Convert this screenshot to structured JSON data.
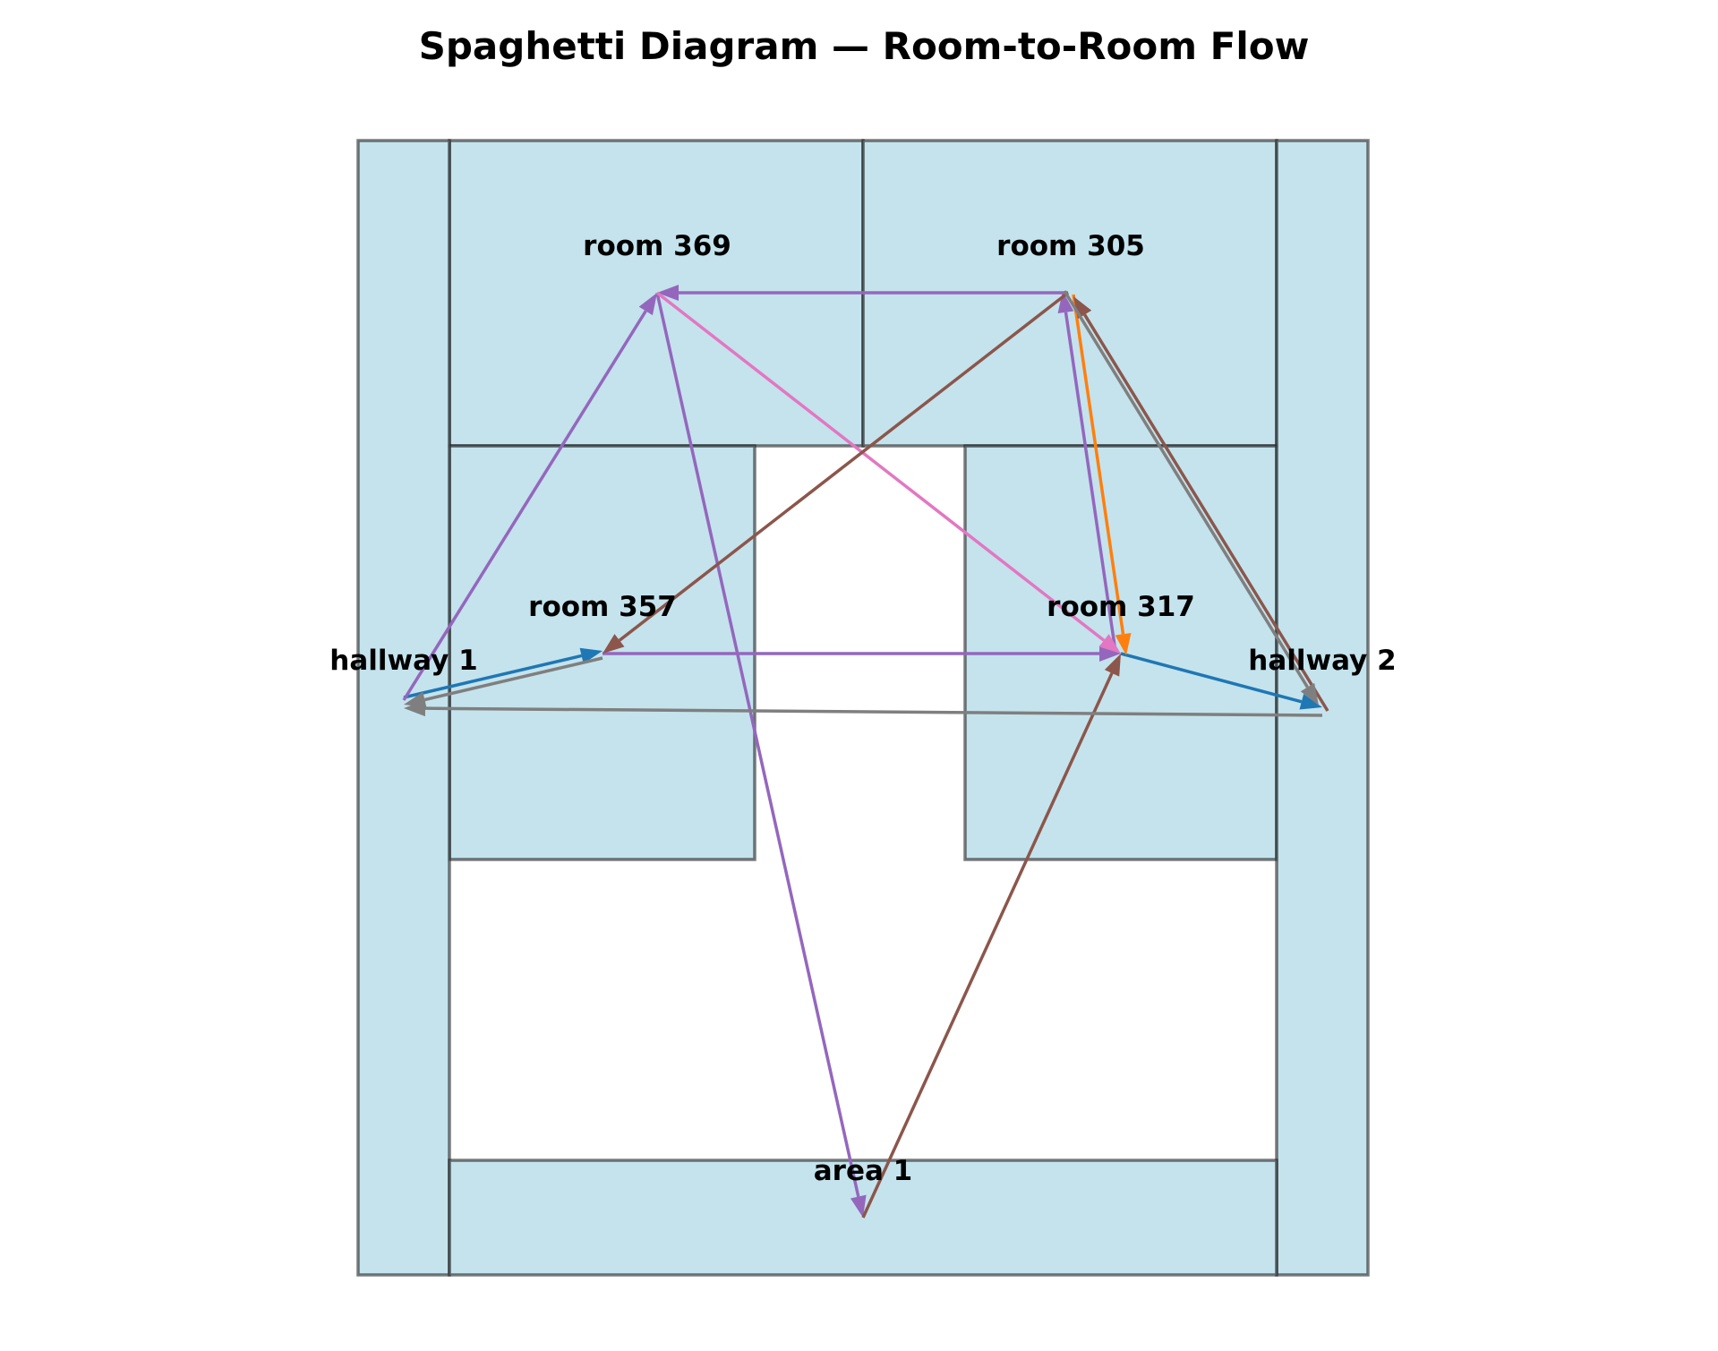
{
  "title": "Spaghetti Diagram — Room-to-Room Flow",
  "colors": {
    "room_fill": "#add8e6",
    "room_edge": "#222222",
    "blue": "#1f77b4",
    "orange": "#ff7f0e",
    "purple": "#9467bd",
    "brown": "#8c564b",
    "pink": "#e377c2",
    "gray": "#7f7f7f"
  },
  "rooms": [
    {
      "id": "room-369",
      "label": "room 369"
    },
    {
      "id": "room-305",
      "label": "room 305"
    },
    {
      "id": "room-357",
      "label": "room 357"
    },
    {
      "id": "room-317",
      "label": "room 317"
    },
    {
      "id": "hallway-1",
      "label": "hallway 1"
    },
    {
      "id": "hallway-2",
      "label": "hallway 2"
    },
    {
      "id": "area-1",
      "label": "area 1"
    }
  ],
  "flows": [
    {
      "from": "hallway-1",
      "to": "room-357",
      "color": "blue"
    },
    {
      "from": "room-317",
      "to": "hallway-2",
      "color": "blue"
    },
    {
      "from": "room-305",
      "to": "room-317",
      "color": "orange"
    },
    {
      "from": "room-305",
      "to": "room-369",
      "color": "purple"
    },
    {
      "from": "hallway-1",
      "to": "room-369",
      "color": "purple"
    },
    {
      "from": "room-369",
      "to": "area-1",
      "color": "purple"
    },
    {
      "from": "room-357",
      "to": "room-317",
      "color": "purple"
    },
    {
      "from": "room-317",
      "to": "room-305",
      "color": "purple"
    },
    {
      "from": "room-369",
      "to": "room-317",
      "color": "pink"
    },
    {
      "from": "room-305",
      "to": "room-357",
      "color": "brown"
    },
    {
      "from": "hallway-2",
      "to": "room-305",
      "color": "brown"
    },
    {
      "from": "area-1",
      "to": "room-317",
      "color": "brown"
    },
    {
      "from": "room-305",
      "to": "hallway-2",
      "color": "gray"
    },
    {
      "from": "hallway-2",
      "to": "hallway-1",
      "color": "gray"
    },
    {
      "from": "room-357",
      "to": "hallway-1",
      "color": "gray"
    }
  ]
}
